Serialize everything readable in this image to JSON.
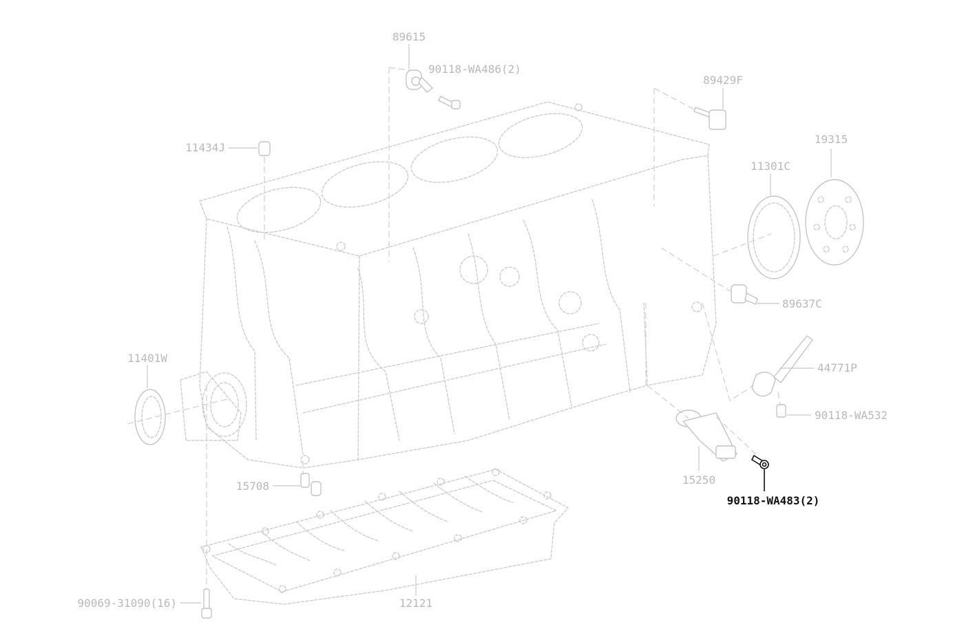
{
  "diagram": {
    "selected_part": "90118-WA483(2)",
    "colors": {
      "line": "#cdcdcd",
      "label": "#b9b9b9",
      "selected": "#111111",
      "background": "#ffffff"
    },
    "labels": {
      "p89615": "89615",
      "p90118_wa486": "90118-WA486(2)",
      "p89429f": "89429F",
      "p11434j": "11434J",
      "p19315": "19315",
      "p11301c": "11301C",
      "p89637c": "89637C",
      "p11401w": "11401W",
      "p44771p": "44771P",
      "p90118_wa532": "90118-WA532",
      "p15708": "15708",
      "p15250": "15250",
      "p90118_wa483": "90118-WA483(2)",
      "p90069": "90069-31090(16)",
      "p12121": "12121"
    }
  }
}
